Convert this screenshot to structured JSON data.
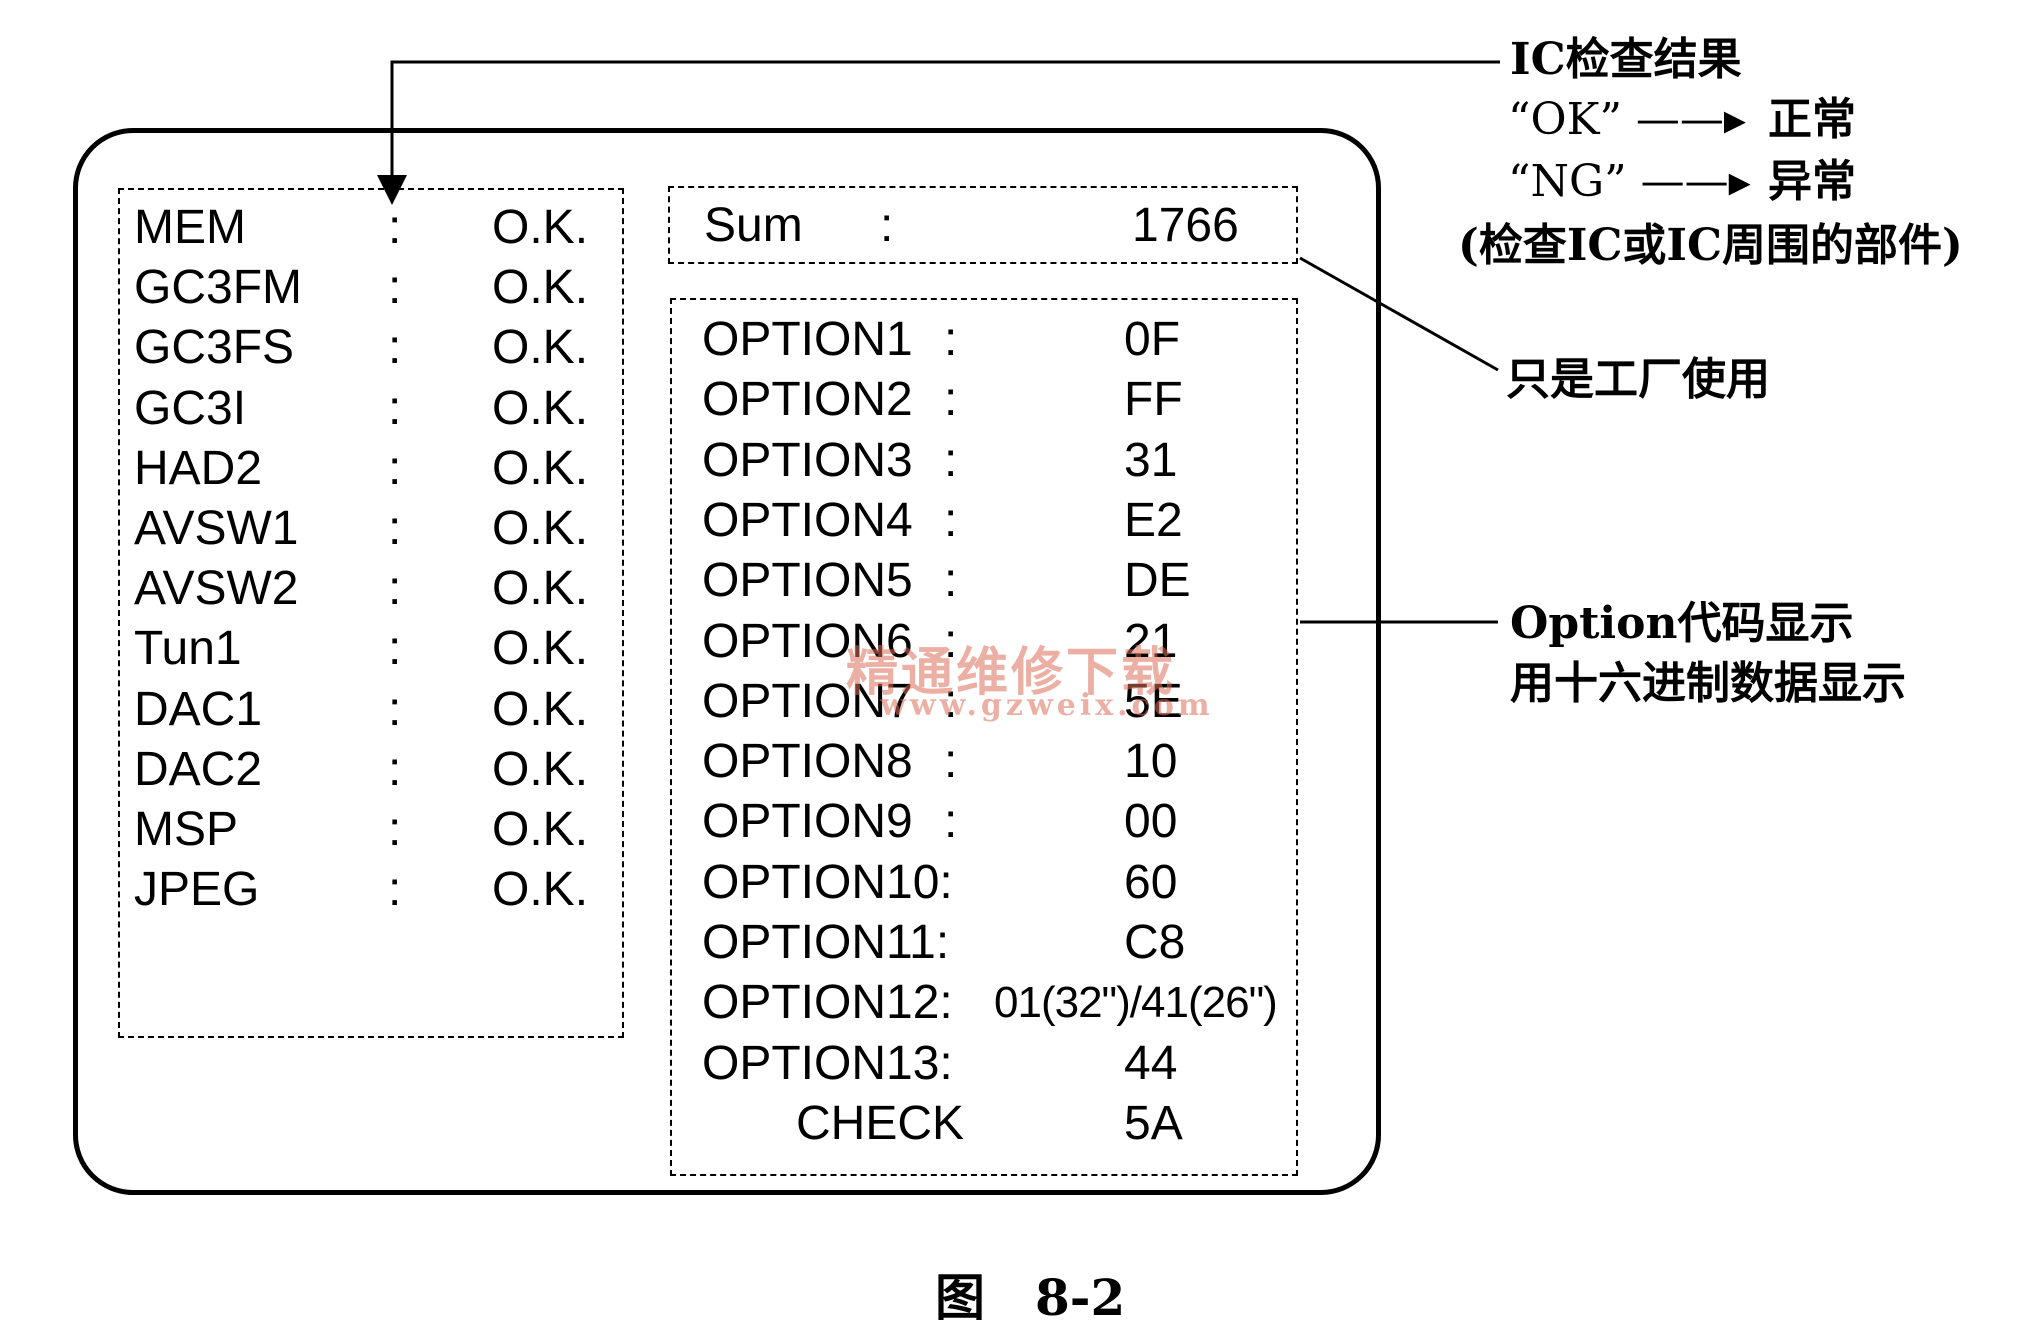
{
  "ic_check": {
    "rows": [
      {
        "name": "MEM",
        "colon": ":",
        "status": "O.K."
      },
      {
        "name": "GC3FM",
        "colon": ":",
        "status": "O.K."
      },
      {
        "name": "GC3FS",
        "colon": ":",
        "status": "O.K."
      },
      {
        "name": "GC3I",
        "colon": ":",
        "status": "O.K."
      },
      {
        "name": "HAD2",
        "colon": ":",
        "status": "O.K."
      },
      {
        "name": "AVSW1",
        "colon": ":",
        "status": "O.K."
      },
      {
        "name": "AVSW2",
        "colon": ":",
        "status": "O.K."
      },
      {
        "name": "Tun1",
        "colon": ":",
        "status": "O.K."
      },
      {
        "name": "DAC1",
        "colon": ":",
        "status": "O.K."
      },
      {
        "name": "DAC2",
        "colon": ":",
        "status": "O.K."
      },
      {
        "name": "MSP",
        "colon": ":",
        "status": "O.K."
      },
      {
        "name": "JPEG",
        "colon": ":",
        "status": "O.K."
      }
    ]
  },
  "sum": {
    "label": "Sum",
    "colon": ":",
    "value": "1766"
  },
  "options": {
    "rows": [
      {
        "name": "OPTION1",
        "colon": ":",
        "value": "0F"
      },
      {
        "name": "OPTION2",
        "colon": ":",
        "value": "FF"
      },
      {
        "name": "OPTION3",
        "colon": ":",
        "value": "31"
      },
      {
        "name": "OPTION4",
        "colon": ":",
        "value": "E2"
      },
      {
        "name": "OPTION5",
        "colon": ":",
        "value": "DE"
      },
      {
        "name": "OPTION6",
        "colon": ":",
        "value": "21"
      },
      {
        "name": "OPTION7",
        "colon": ":",
        "value": "5E"
      },
      {
        "name": "OPTION8",
        "colon": ":",
        "value": "10"
      },
      {
        "name": "OPTION9",
        "colon": ":",
        "value": "00"
      },
      {
        "name": "OPTION10:",
        "colon": "",
        "value": "60"
      },
      {
        "name": "OPTION11:",
        "colon": "",
        "value": "C8"
      },
      {
        "name": "OPTION12:",
        "colon": "",
        "value": "01(32\")/41(26\")"
      },
      {
        "name": "OPTION13:",
        "colon": "",
        "value": "44"
      },
      {
        "name": "CHECK",
        "colon": "",
        "value": "5A"
      }
    ]
  },
  "annotations": {
    "ic_result_title": "IC检查结果",
    "ok_code": "“OK” ——▸",
    "ok_meaning": "正常",
    "ng_code": "“NG” ——▸",
    "ng_meaning": "异常",
    "check_note": "(检查IC或IC周围的部件)",
    "factory_only": "只是工厂使用",
    "option_display_1": "Option代码显示",
    "option_display_2": "用十六进制数据显示"
  },
  "caption": "图　8-2",
  "watermark": {
    "text": "精通维修下载",
    "url": "www.gzweix.com"
  }
}
